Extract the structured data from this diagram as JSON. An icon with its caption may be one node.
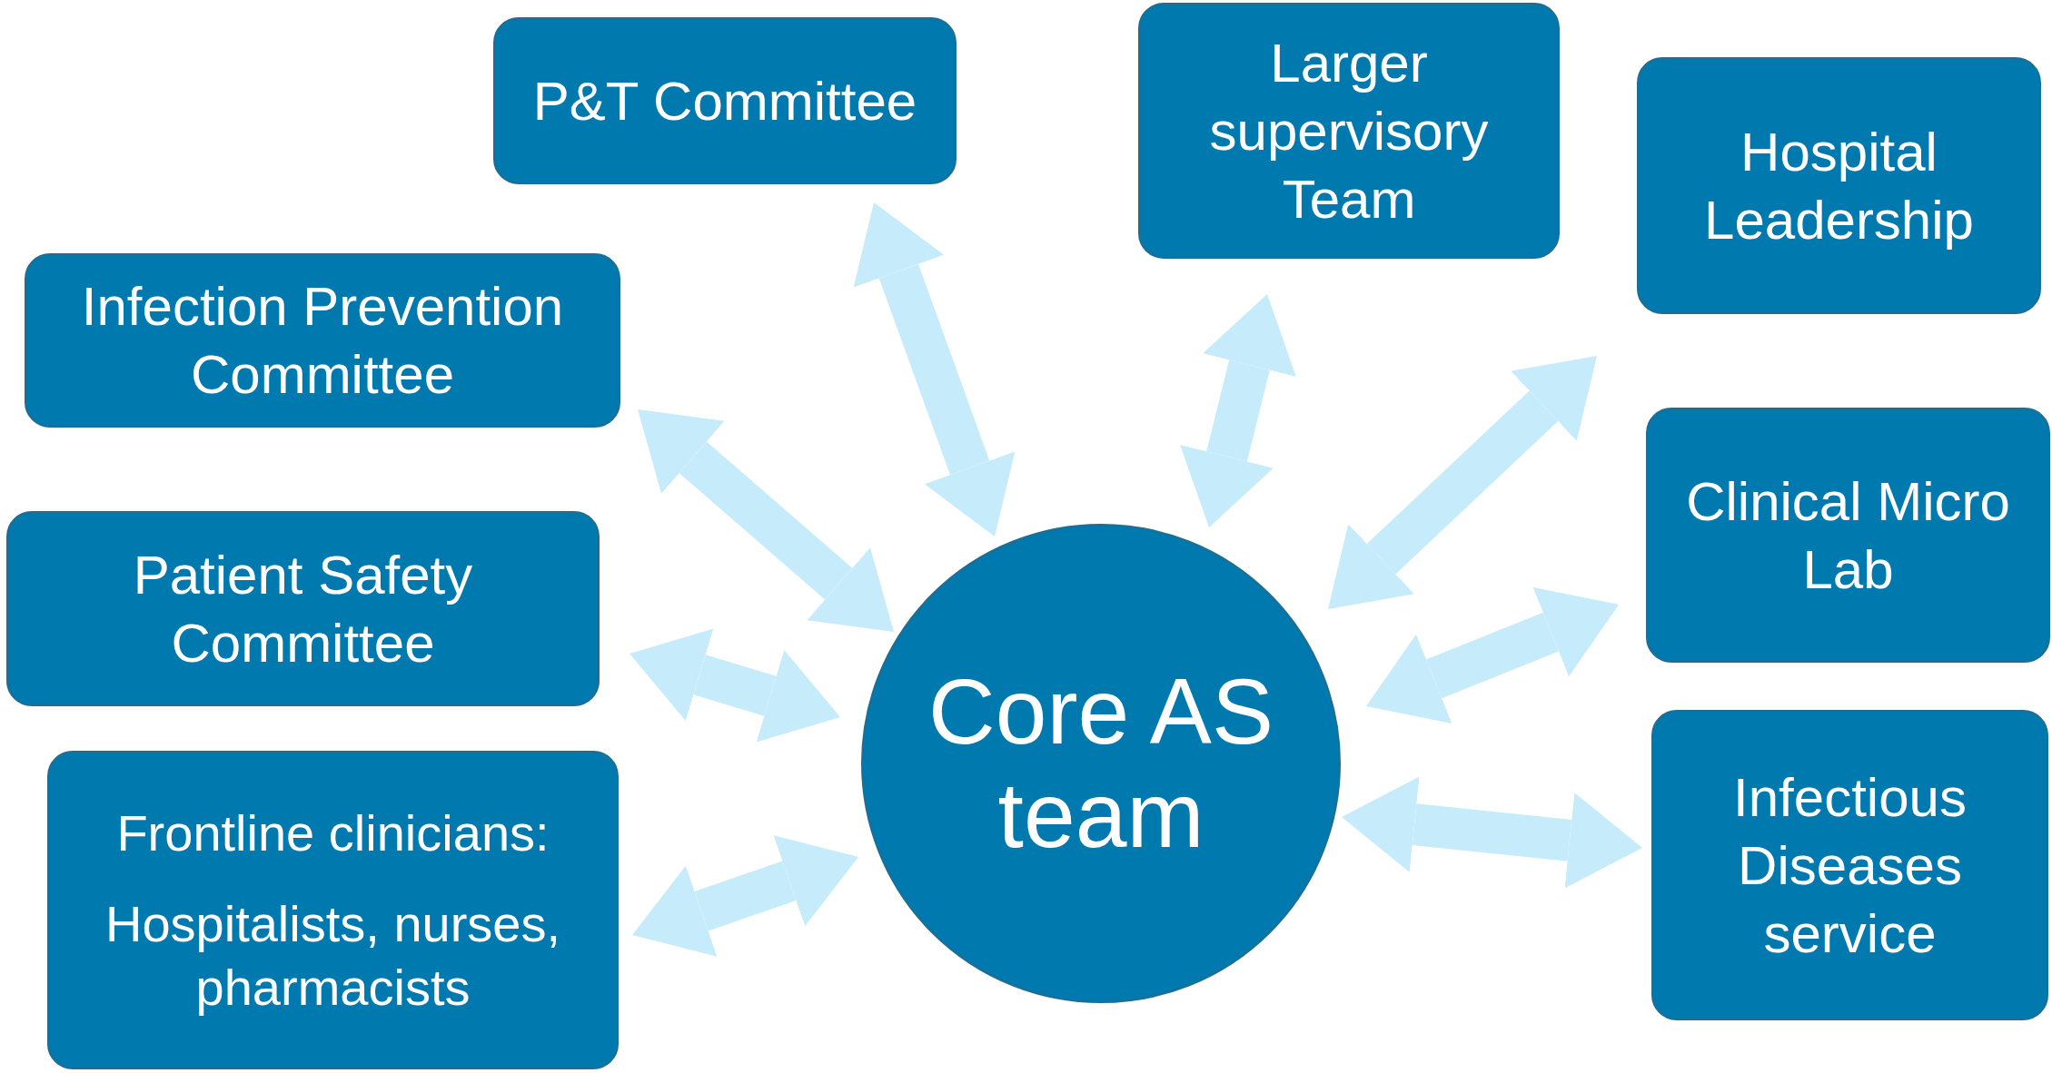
{
  "diagram": {
    "nodes": [
      {
        "text": [
          "P&T Committee"
        ]
      },
      {
        "text": [
          "Larger supervisory Team"
        ]
      },
      {
        "text": [
          "Hospital Leadership"
        ]
      },
      {
        "text": [
          "Infection Prevention Committee"
        ]
      },
      {
        "text": [
          "Clinical Micro Lab"
        ]
      },
      {
        "text": [
          "Patient Safety Committee"
        ]
      },
      {
        "text": [
          "Core AS team"
        ]
      },
      {
        "text": [
          "Infectious Diseases service"
        ]
      },
      {
        "text": [
          "Frontline clinicians:",
          "Hospitalists, nurses, pharmacists"
        ]
      }
    ],
    "edges": [
      {
        "from": 6,
        "to": 0,
        "arrow": "both"
      },
      {
        "from": 6,
        "to": 1,
        "arrow": "both"
      },
      {
        "from": 6,
        "to": 2,
        "arrow": "both"
      },
      {
        "from": 6,
        "to": 3,
        "arrow": "both"
      },
      {
        "from": 6,
        "to": 4,
        "arrow": "both"
      },
      {
        "from": 6,
        "to": 5,
        "arrow": "both"
      },
      {
        "from": 6,
        "to": 7,
        "arrow": "both"
      },
      {
        "from": 6,
        "to": 8,
        "arrow": "both"
      }
    ]
  }
}
